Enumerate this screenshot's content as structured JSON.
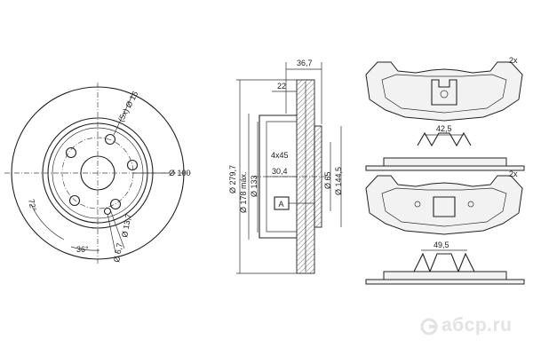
{
  "disc_front": {
    "bolt_spec": "(5x) Ø 16",
    "pcd": "Ø 100",
    "angle_large": "72°",
    "angle_small": "36°",
    "hole_a": "Ø 13,7",
    "hole_b": "Ø 6,7"
  },
  "disc_section": {
    "width_total": "36,7",
    "width_inner": "22",
    "diameter_outer": "Ø 279,7",
    "diameter_max": "Ø 178 máx.",
    "diameter_hat": "Ø 133",
    "chamfer": "4x45",
    "thickness": "30,4",
    "diameter_center": "Ø 65",
    "diameter_hub": "Ø 144,5",
    "datum_label": "A"
  },
  "pads": {
    "quantity_top": "2x",
    "quantity_bottom": "2x",
    "width_top": "42,5",
    "width_bottom": "49,5"
  },
  "watermark": {
    "text": "aбcp.ru"
  }
}
